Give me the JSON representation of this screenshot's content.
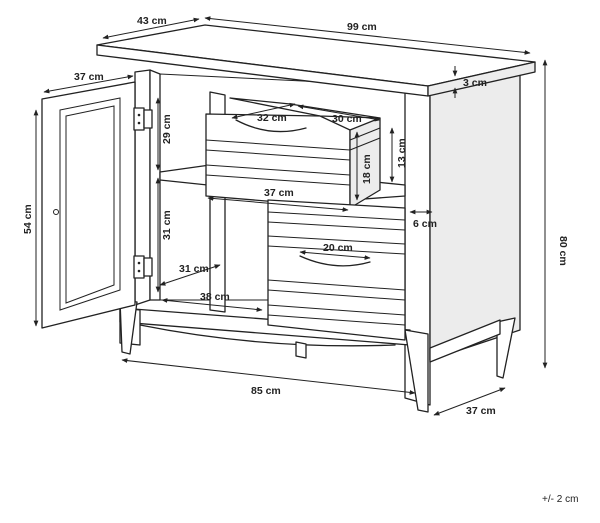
{
  "dimensions": {
    "top_depth": "43 cm",
    "top_width": "99 cm",
    "door_width": "37 cm",
    "top_thickness": "3 cm",
    "total_height": "80 cm",
    "door_height": "54 cm",
    "drawer_inner_width": "32 cm",
    "drawer_depth": "30 cm",
    "upper_shelf_height": "29 cm",
    "drawer_front_height": "18 cm",
    "drawer_height": "13 cm",
    "drawer_front_width": "37 cm",
    "drawer_gap": "6 cm",
    "lower_drawer_handle": "20 cm",
    "lower_compartment_height": "31 cm",
    "lower_compartment_depth": "31 cm",
    "lower_compartment_width": "38 cm",
    "body_width": "85 cm",
    "body_depth": "37 cm"
  },
  "tolerance": "+/- 2 cm"
}
